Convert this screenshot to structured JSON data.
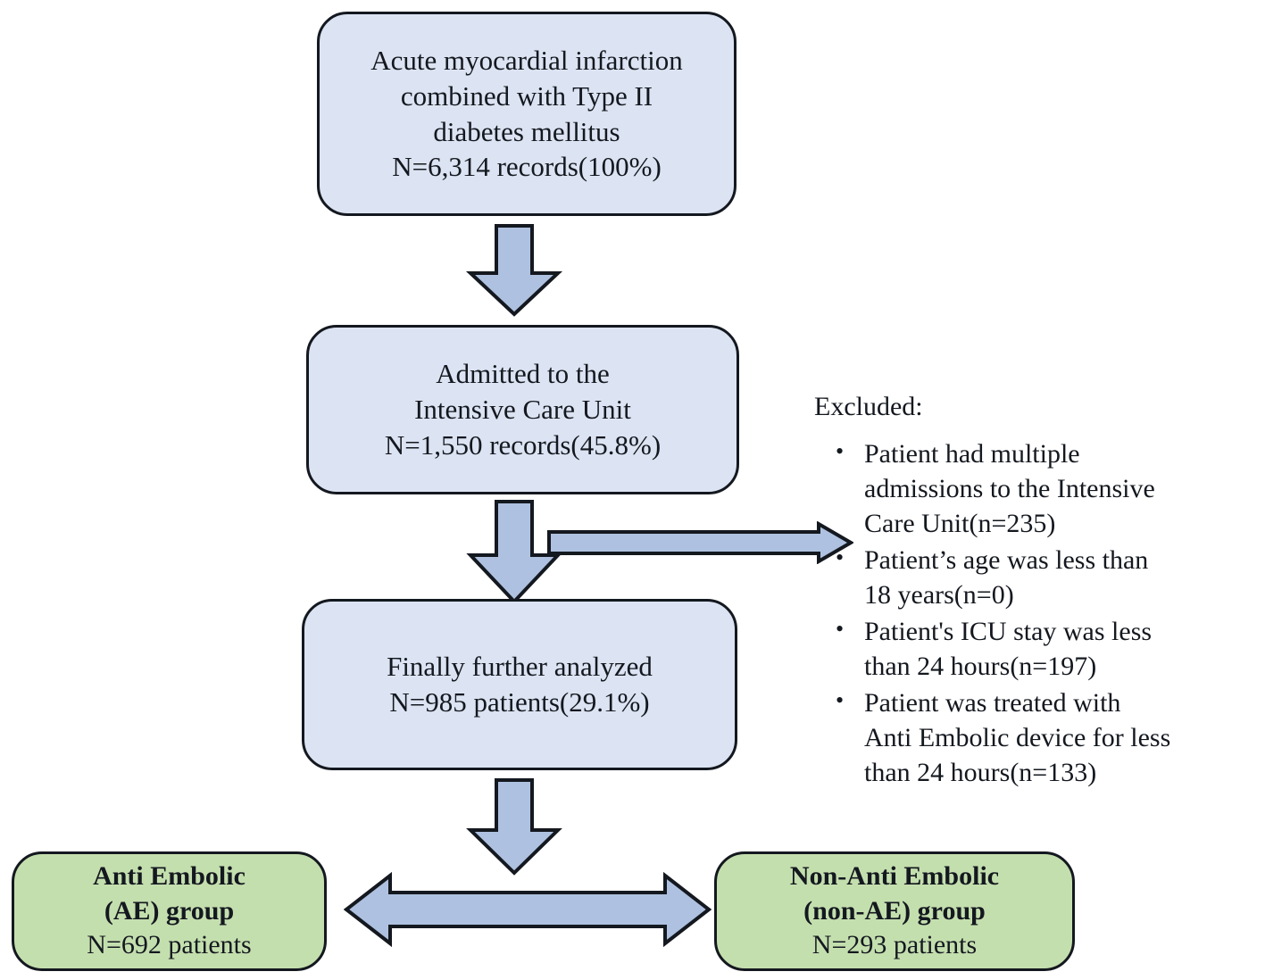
{
  "figure": {
    "type": "patient-selection-flowchart",
    "colors": {
      "process_box_fill": "#dce3f2",
      "group_box_fill": "#c4dfae",
      "box_border": "#14181f",
      "arrow_fill": "#aec1e0",
      "arrow_border": "#14181f",
      "background": "#ffffff"
    }
  },
  "nodes": {
    "source": {
      "name": "source-cohort",
      "lines": [
        "Acute myocardial infarction",
        "combined with Type II",
        "diabetes mellitus",
        "N=6,314 records(100%)"
      ],
      "count": 6314,
      "unit": "records",
      "percent": "100%"
    },
    "icu": {
      "name": "icu-admitted",
      "lines": [
        "Admitted to the",
        "Intensive Care Unit",
        "N=1,550 records(45.8%)"
      ],
      "count": 1550,
      "unit": "records",
      "percent": "45.8%"
    },
    "analyzed": {
      "name": "finally-analyzed",
      "lines": [
        "Finally further analyzed",
        "N=985 patients(29.1%)"
      ],
      "count": 985,
      "unit": "patients",
      "percent": "29.1%"
    },
    "ae_group": {
      "name": "anti-embolic-group",
      "lines": [
        "Anti Embolic",
        "(AE) group",
        "N=692 patients"
      ],
      "bold_lines": 2,
      "count": 692,
      "unit": "patients"
    },
    "non_ae_group": {
      "name": "non-anti-embolic-group",
      "lines": [
        "Non-Anti Embolic",
        "(non-AE) group",
        "N=293 patients"
      ],
      "bold_lines": 2,
      "count": 293,
      "unit": "patients"
    }
  },
  "excluded": {
    "title": "Excluded:",
    "bullet_glyph": "•",
    "items": [
      {
        "lines": [
          "Patient had multiple",
          "admissions to the Intensive",
          "Care Unit(n=235)"
        ],
        "n": 235
      },
      {
        "lines": [
          "Patient’s age was less than",
          "18 years(n=0)"
        ],
        "n": 0
      },
      {
        "lines": [
          "Patient's ICU stay was less",
          "than 24 hours(n=197)"
        ],
        "n": 197
      },
      {
        "lines": [
          "Patient was treated with",
          "Anti Embolic device for less",
          "than 24 hours(n=133)"
        ],
        "n": 133
      }
    ]
  },
  "arrows": {
    "down_1": {
      "name": "arrow-source-to-icu",
      "direction": "down"
    },
    "down_2": {
      "name": "arrow-icu-to-analyzed",
      "direction": "down"
    },
    "down_3": {
      "name": "arrow-analyzed-to-groups",
      "direction": "down"
    },
    "right_excluded": {
      "name": "arrow-to-excluded-list",
      "direction": "right"
    },
    "double_split": {
      "name": "arrow-split-ae-nonae",
      "direction": "left-right"
    }
  }
}
